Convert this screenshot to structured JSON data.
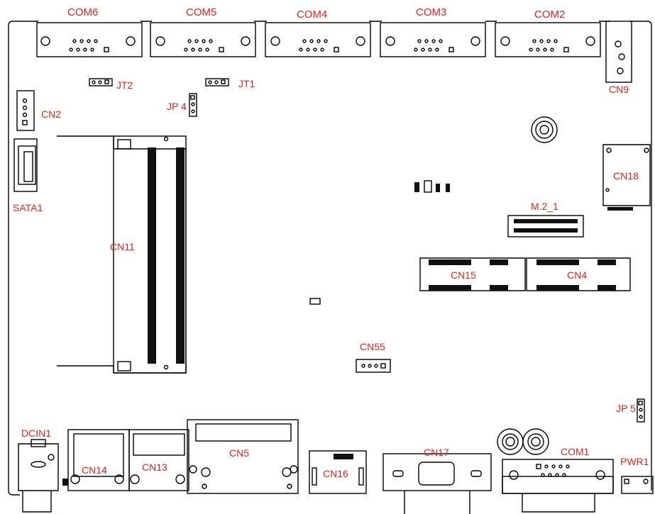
{
  "colors": {
    "label": "#e8231e",
    "outline": "#000000",
    "background": "#ffffff"
  },
  "labels": {
    "com6": "COM6",
    "com5": "COM5",
    "com4": "COM4",
    "com3": "COM3",
    "com2": "COM2",
    "com1": "COM1",
    "cn9": "CN9",
    "jt2": "JT2",
    "jt1": "JT1",
    "jp4": "JP 4",
    "cn2": "CN2",
    "sata1": "SATA1",
    "cn11": "CN11",
    "cn18": "CN18",
    "m2_1": "M.2_1",
    "cn15": "CN15",
    "cn4": "CN4",
    "cn55": "CN55",
    "jp5": "JP 5",
    "dcin1": "DCIN1",
    "cn14": "CN14",
    "cn13": "CN13",
    "cn5": "CN5",
    "cn16": "CN16",
    "cn17": "CN17",
    "pwr1": "PWR1"
  }
}
